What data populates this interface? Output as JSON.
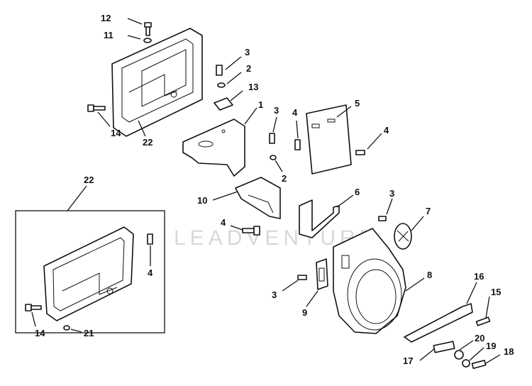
{
  "watermark": {
    "text": "LEADVENTURE"
  },
  "callouts": [
    {
      "id": "12",
      "text": "12"
    },
    {
      "id": "11",
      "text": "11"
    },
    {
      "id": "3a",
      "text": "3"
    },
    {
      "id": "2a",
      "text": "2"
    },
    {
      "id": "13",
      "text": "13"
    },
    {
      "id": "1",
      "text": "1"
    },
    {
      "id": "3b",
      "text": "3"
    },
    {
      "id": "4a",
      "text": "4"
    },
    {
      "id": "5",
      "text": "5"
    },
    {
      "id": "4b",
      "text": "4"
    },
    {
      "id": "14a",
      "text": "14"
    },
    {
      "id": "22a",
      "text": "22"
    },
    {
      "id": "2b",
      "text": "2"
    },
    {
      "id": "22b",
      "text": "22"
    },
    {
      "id": "10",
      "text": "10"
    },
    {
      "id": "6",
      "text": "6"
    },
    {
      "id": "3c",
      "text": "3"
    },
    {
      "id": "7",
      "text": "7"
    },
    {
      "id": "4c",
      "text": "4"
    },
    {
      "id": "4d",
      "text": "4"
    },
    {
      "id": "8",
      "text": "8"
    },
    {
      "id": "3d",
      "text": "3"
    },
    {
      "id": "9",
      "text": "9"
    },
    {
      "id": "16",
      "text": "16"
    },
    {
      "id": "15",
      "text": "15"
    },
    {
      "id": "14b",
      "text": "14"
    },
    {
      "id": "21",
      "text": "21"
    },
    {
      "id": "20",
      "text": "20"
    },
    {
      "id": "19",
      "text": "19"
    },
    {
      "id": "17",
      "text": "17"
    },
    {
      "id": "18",
      "text": "18"
    }
  ]
}
